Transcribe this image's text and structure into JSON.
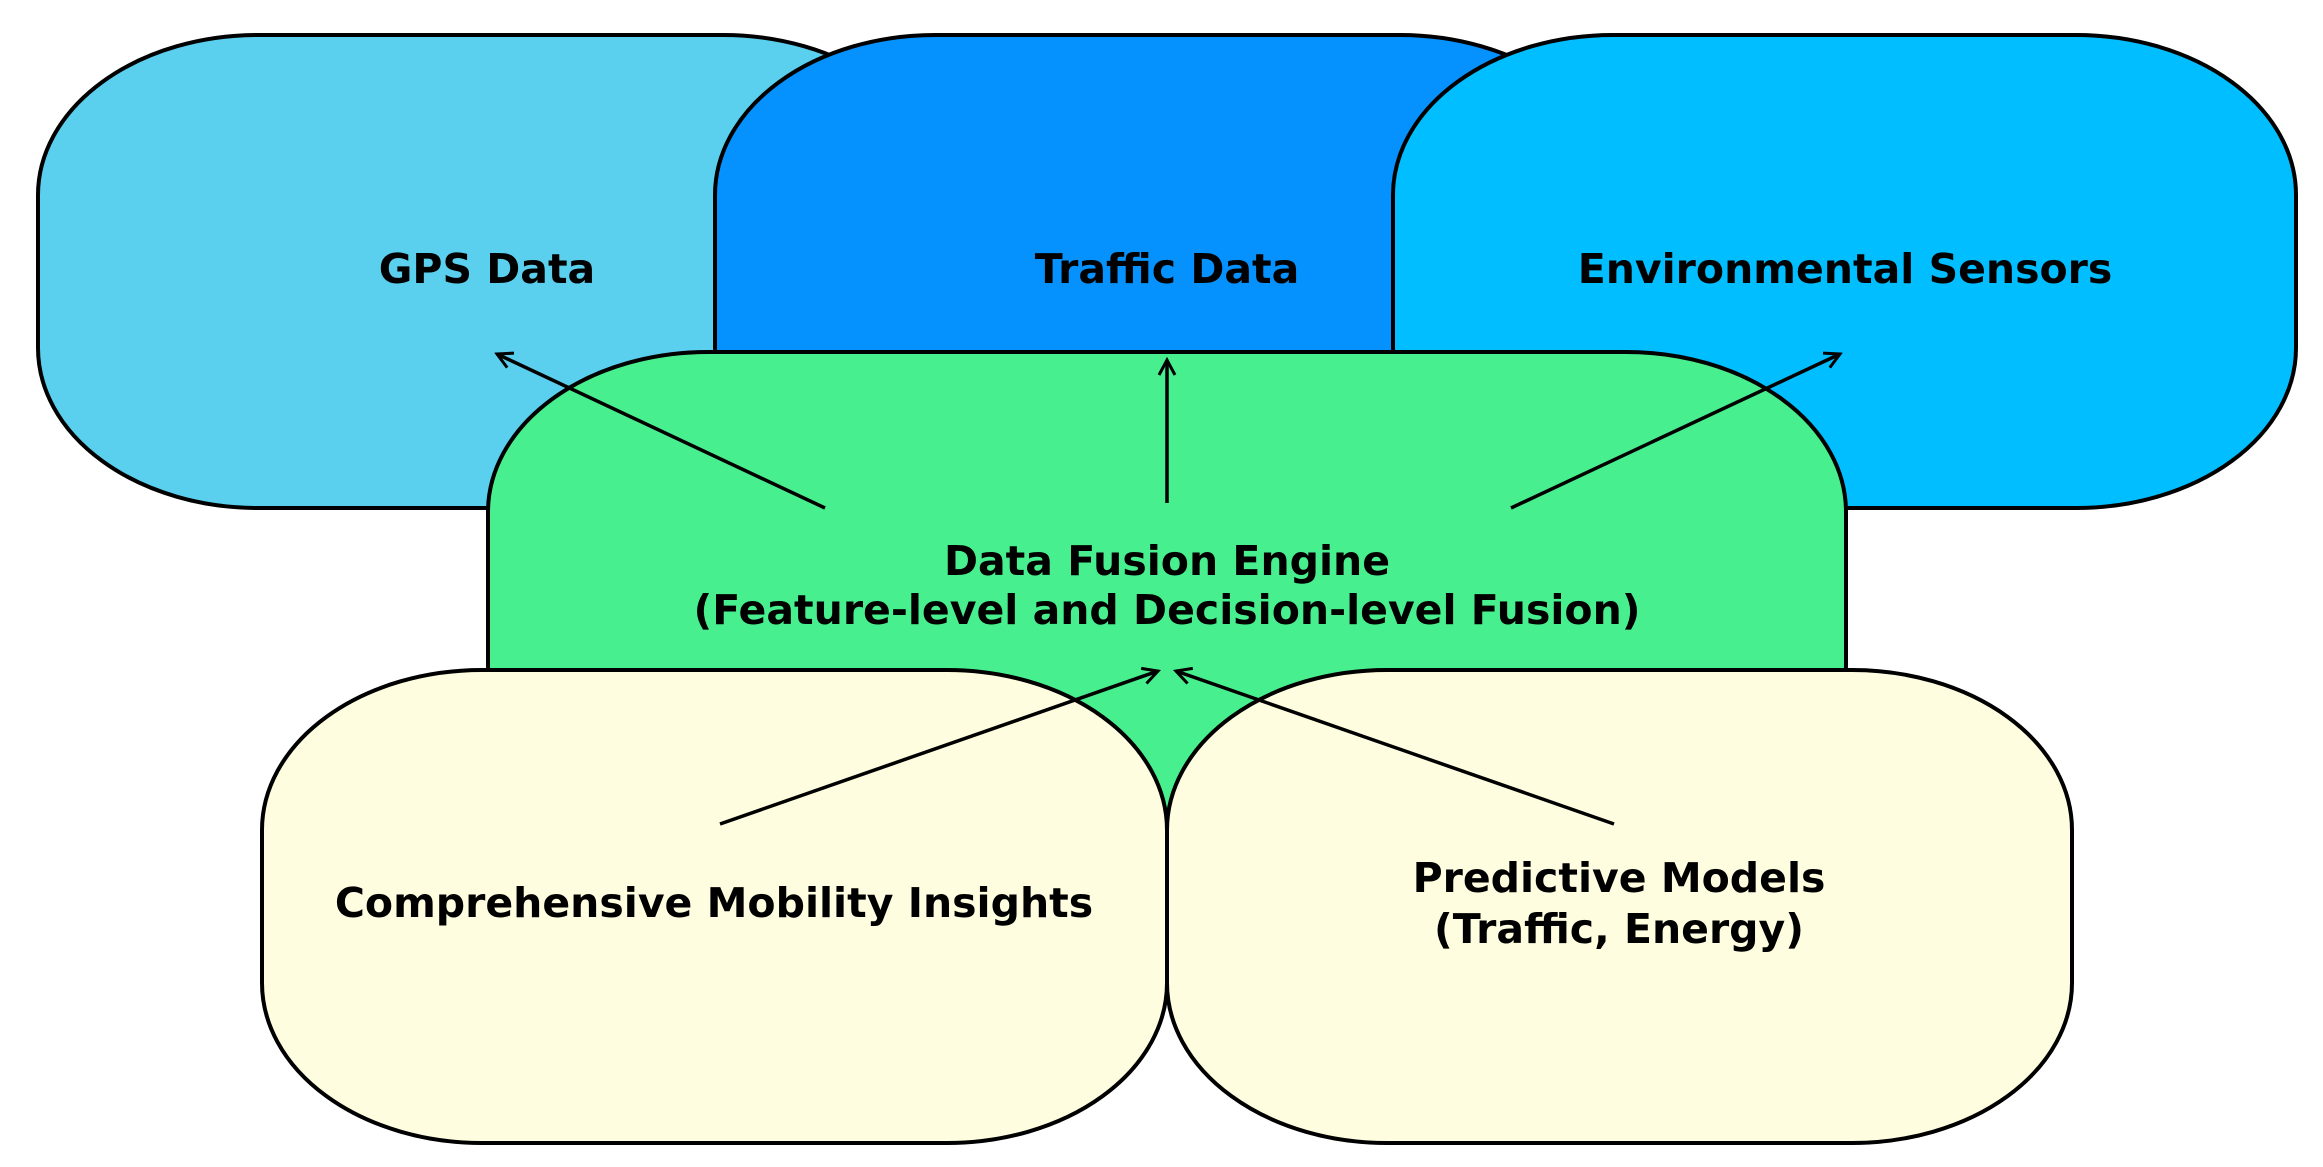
{
  "diagram": {
    "nodes": {
      "gps": {
        "label": "GPS Data",
        "color": "#5ACFEE"
      },
      "traffic": {
        "label": "Traffic Data",
        "color": "#0592FF"
      },
      "environment": {
        "label": "Environmental Sensors",
        "color": "#00BEFF"
      },
      "fusion": {
        "line1": "Data Fusion Engine",
        "line2": "(Feature-level and Decision-level Fusion)",
        "color": "#48EF8E"
      },
      "insights": {
        "label": "Comprehensive Mobility Insights",
        "color": "#FEFDDF"
      },
      "predictive": {
        "line1": "Predictive Models",
        "line2": "(Traffic, Energy)",
        "color": "#FEFDDF"
      }
    },
    "edges": [
      {
        "from": "fusion",
        "to": "gps"
      },
      {
        "from": "fusion",
        "to": "traffic"
      },
      {
        "from": "fusion",
        "to": "environment"
      },
      {
        "from": "insights",
        "to": "fusion"
      },
      {
        "from": "predictive",
        "to": "fusion"
      }
    ]
  }
}
